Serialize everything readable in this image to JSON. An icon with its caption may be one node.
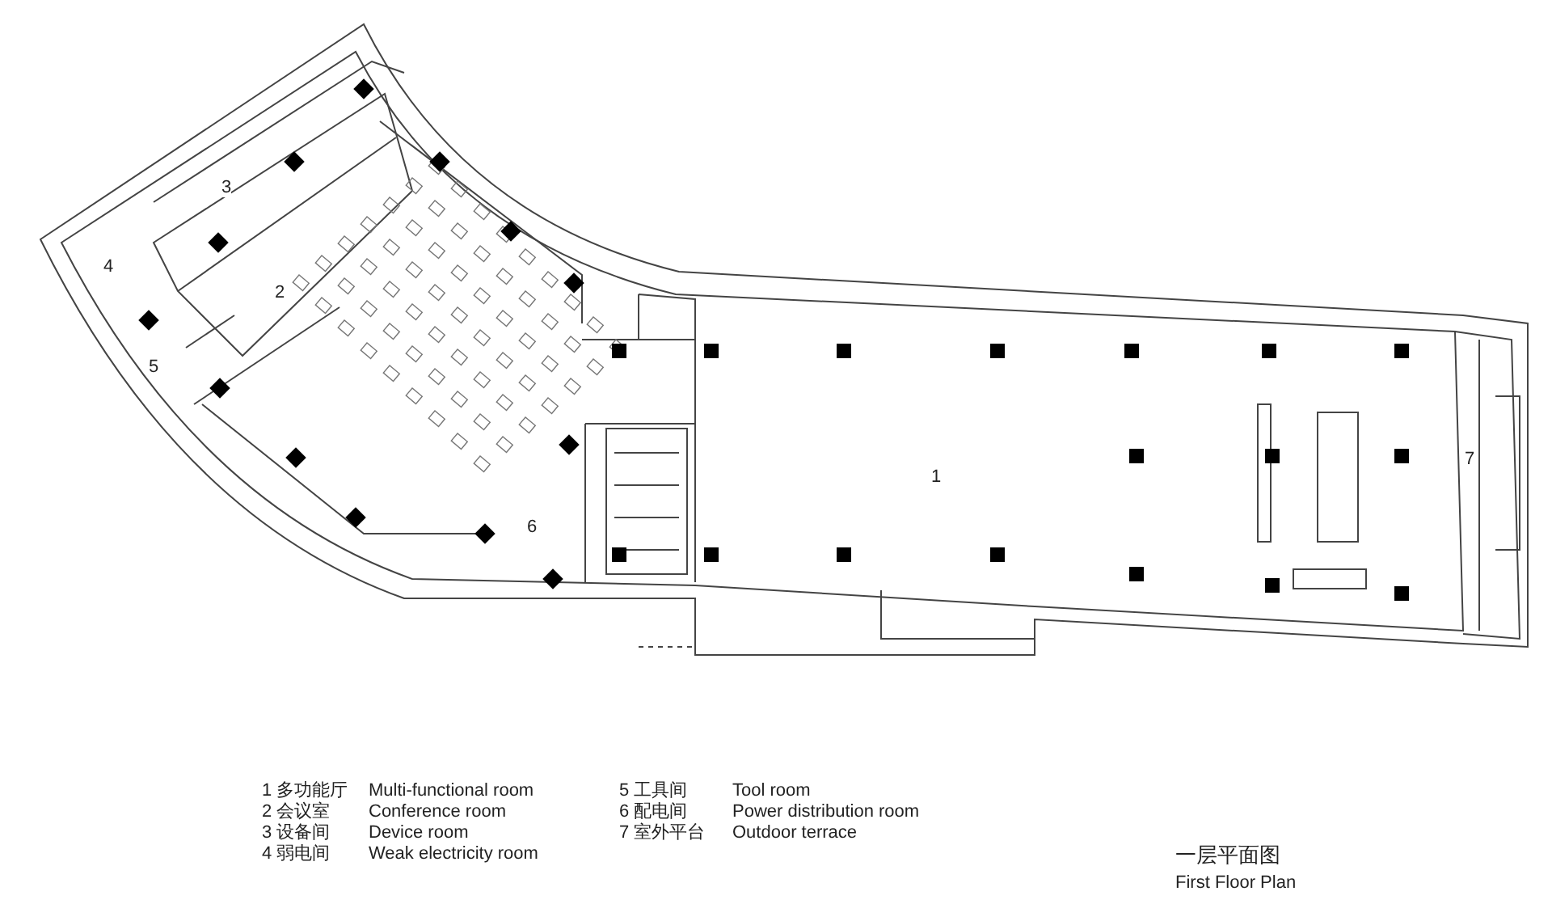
{
  "diagram": {
    "title": "一层平面图",
    "caption": "First Floor Plan",
    "labels": [
      "3",
      "4",
      "2",
      "5",
      "1",
      "6",
      "7",
      "1 多功能厅",
      "Multi-functional room",
      "5 工具间",
      "Tool room",
      "2 会议室",
      "Conference room",
      "6 配电间",
      "Power distribution room",
      "3 设备间",
      "Device room",
      "7 室外平台",
      "Outdoor terrace",
      "4 弱电间",
      "Weak electricity room"
    ]
  }
}
